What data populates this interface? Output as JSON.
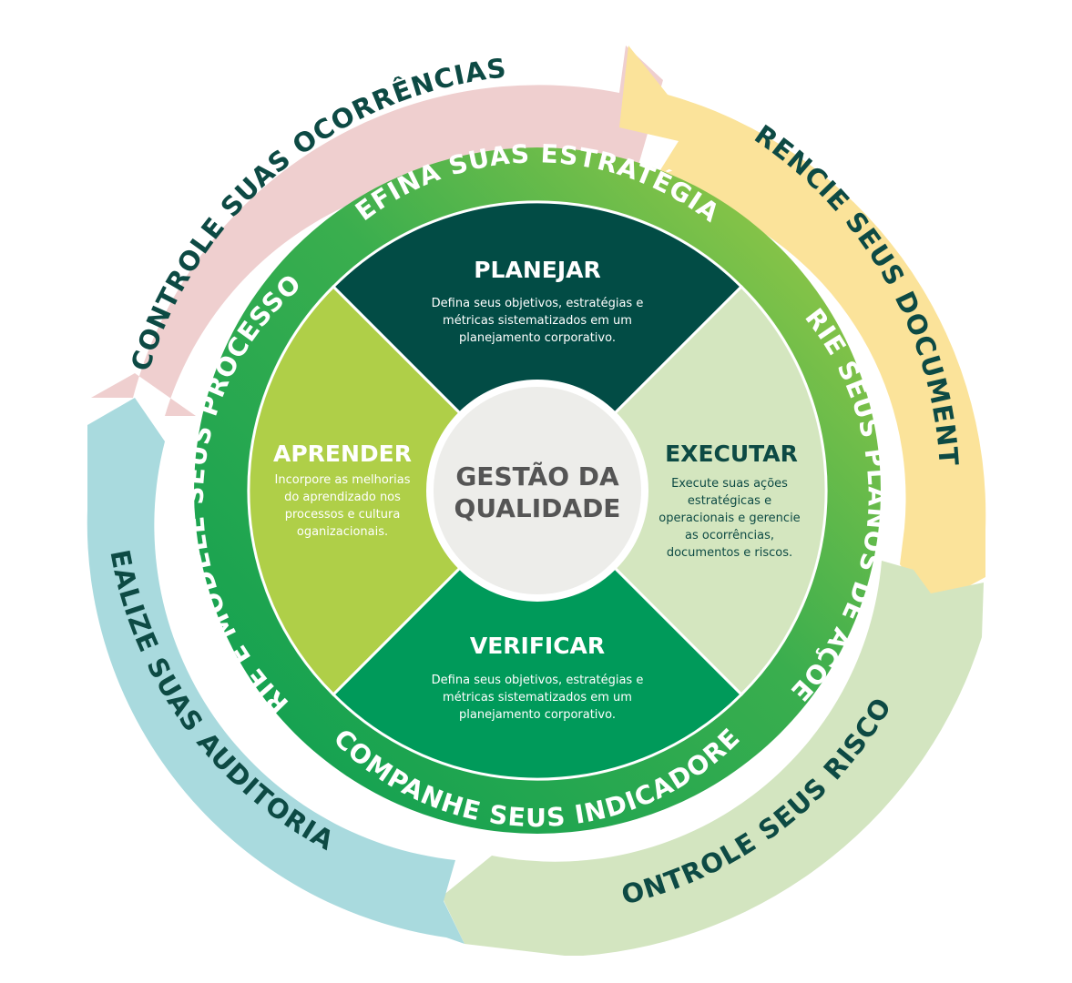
{
  "center": {
    "line1": "GESTÃO DA",
    "line2": "QUALIDADE"
  },
  "outer_arrows": [
    {
      "label": "CONTROLE SUAS OCORRÊNCIAS",
      "color": "#efcfcf"
    },
    {
      "label": "GERENCIE SEUS DOCUMENTOS",
      "color": "#fbe39a"
    },
    {
      "label": "CONTROLE SEUS RISCOS",
      "color": "#d3e5c0"
    },
    {
      "label": "REALIZE SUAS AUDITORIAS",
      "color": "#a9dade"
    }
  ],
  "ring_labels": {
    "top": "DEFINA SUAS ESTRATÉGIAS",
    "right": "CRIE SEUS PLANOS DE AÇÕES",
    "bottom": "ACOMPANHE SEUS INDICADORES",
    "left": "CRIE E MODELE SEUS PROCESSOS"
  },
  "quadrants": {
    "planejar": {
      "title": "PLANEJAR",
      "lines": [
        "Defina seus objetivos, estratégias e",
        "métricas sistematizados em um",
        "planejamento corporativo."
      ],
      "color": "#024c45"
    },
    "executar": {
      "title": "EXECUTAR",
      "lines": [
        "Execute suas ações",
        "estratégicas e",
        "operacionais e gerencie",
        "as ocorrências,",
        "documentos e riscos."
      ],
      "color": "#d4e6bf"
    },
    "verificar": {
      "title": "VERIFICAR",
      "lines": [
        "Defina seus objetivos, estratégias e",
        "métricas sistematizados em um",
        "planejamento corporativo."
      ],
      "color": "#009a5a"
    },
    "aprender": {
      "title": "APRENDER",
      "lines": [
        "Incorpore as melhorias",
        "do aprendizado nos",
        "processos e cultura",
        "oganizacionais."
      ],
      "color": "#afcf48"
    }
  },
  "colors": {
    "ring_dark": "#0a9e52",
    "ring_light": "#a8cd45",
    "center_fill": "#ededea",
    "text_dark": "#0d4a44"
  }
}
